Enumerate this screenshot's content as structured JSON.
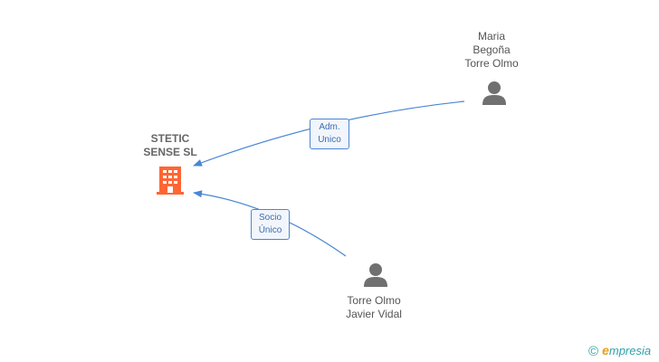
{
  "company": {
    "lines": [
      "STETIC",
      "SENSE SL"
    ],
    "icon": "building-icon",
    "color": "#ff6633"
  },
  "persons": [
    {
      "lines": [
        "Maria",
        "Begoña",
        "Torre Olmo"
      ],
      "icon": "person-icon"
    },
    {
      "lines": [
        "Torre Olmo",
        "Javier Vidal"
      ],
      "icon": "person-icon"
    }
  ],
  "relations": [
    {
      "lines": [
        "Adm.",
        "Unico"
      ]
    },
    {
      "lines": [
        "Socio",
        "Único"
      ]
    }
  ],
  "edge_color": "#4a86d4",
  "icon_color": "#707070",
  "brand": {
    "copyright": "©",
    "e": "e",
    "rest": "mpresia"
  }
}
